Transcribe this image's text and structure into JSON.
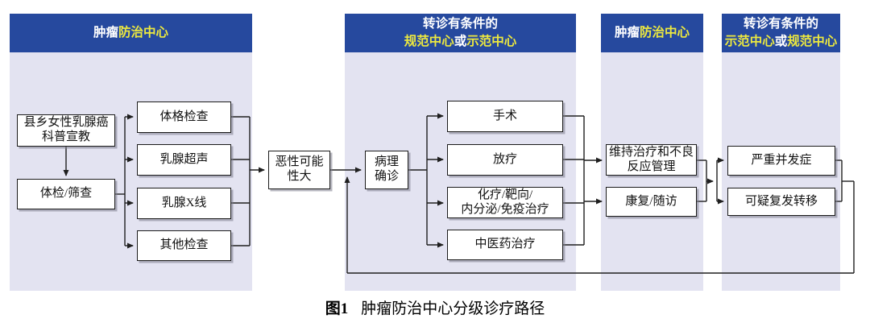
{
  "colors": {
    "header_bg": "#26499E",
    "header_text_primary": "#FFFFFF",
    "header_text_accent": "#EDE93F",
    "panel_bg": "#E3E3F1",
    "box_bg": "#FFFFFF",
    "box_border": "#1B1B1B",
    "connector": "#1F1F1F"
  },
  "panels": [
    {
      "name": "cancer-prevention-center-left",
      "header_lines": [
        [
          {
            "text": "肿瘤",
            "color": "white"
          },
          {
            "text": "防治中心",
            "color": "yellow"
          }
        ]
      ]
    },
    {
      "name": "referral-standard-or-demo-center",
      "header_lines": [
        [
          {
            "text": "转诊有条件的",
            "color": "white"
          }
        ],
        [
          {
            "text": "规范中心",
            "color": "yellow"
          },
          {
            "text": "或",
            "color": "white"
          },
          {
            "text": "示范中心",
            "color": "yellow"
          }
        ]
      ]
    },
    {
      "name": "cancer-prevention-center-right",
      "header_lines": [
        [
          {
            "text": "肿瘤",
            "color": "white"
          },
          {
            "text": "防治中心",
            "color": "yellow"
          }
        ]
      ]
    },
    {
      "name": "referral-demo-or-standard-center",
      "header_lines": [
        [
          {
            "text": "转诊有条件的",
            "color": "white"
          }
        ],
        [
          {
            "text": "示范中心",
            "color": "yellow"
          },
          {
            "text": "或",
            "color": "white"
          },
          {
            "text": "规范中心",
            "color": "yellow"
          }
        ]
      ]
    }
  ],
  "boxes": {
    "outreach": "县乡女性乳腺癌\n科普宣教",
    "screening": "体检/筛查",
    "physical_exam": "体格检查",
    "breast_ultrasound": "乳腺超声",
    "mammography": "乳腺X线",
    "other_exams": "其他检查",
    "high_malignancy": "恶性可能\n性大",
    "pathology_confirm": "病理\n确诊",
    "surgery": "手术",
    "radiotherapy": "放疗",
    "systemic_therapy": "化疗/靶向/\n内分泌/免疫治疗",
    "tcm_therapy": "中医药治疗",
    "maintenance": "维持治疗和不良\n反应管理",
    "rehab_followup": "康复/随访",
    "severe_complications": "严重并发症",
    "suspected_recurrence": "可疑复发转移"
  },
  "caption": {
    "label": "图1",
    "text": "肿瘤防治中心分级诊疗路径"
  }
}
